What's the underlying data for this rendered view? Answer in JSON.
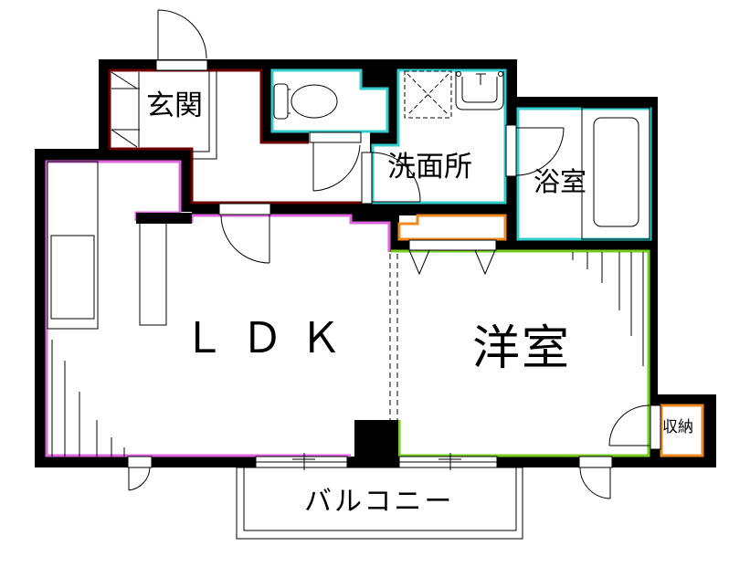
{
  "floor_plan": {
    "rooms": [
      {
        "id": "genkan",
        "label": "玄関",
        "meaning": "Entrance",
        "outline_color": "#6b0000"
      },
      {
        "id": "toilet",
        "label": "",
        "meaning": "Toilet",
        "outline_color": "#33cccc"
      },
      {
        "id": "senmenjo",
        "label": "洗面所",
        "meaning": "Washroom",
        "outline_color": "#33cccc"
      },
      {
        "id": "yokushitsu",
        "label": "浴室",
        "meaning": "Bathroom",
        "outline_color": "#33cccc"
      },
      {
        "id": "ldk",
        "label": "ＬＤＫ",
        "meaning": "Living/Dining/Kitchen",
        "outline_color": "#dd66dd"
      },
      {
        "id": "yoshitsu",
        "label": "洋室",
        "meaning": "Western-style room",
        "outline_color": "#77cc22"
      },
      {
        "id": "shuno",
        "label": "収納",
        "meaning": "Storage",
        "outline_color": "#ee8822"
      },
      {
        "id": "closet",
        "label": "",
        "meaning": "Closet",
        "outline_color": "#ee8822"
      },
      {
        "id": "balcony",
        "label": "バルコニー",
        "meaning": "Balcony",
        "outline_color": "#000000"
      }
    ],
    "colors": {
      "wall": "#000000",
      "genkan": "#6b0000",
      "wet_area": "#33cccc",
      "ldk": "#dd66dd",
      "yoshitsu": "#77cc22",
      "storage": "#ee8822",
      "background": "#ffffff"
    }
  }
}
